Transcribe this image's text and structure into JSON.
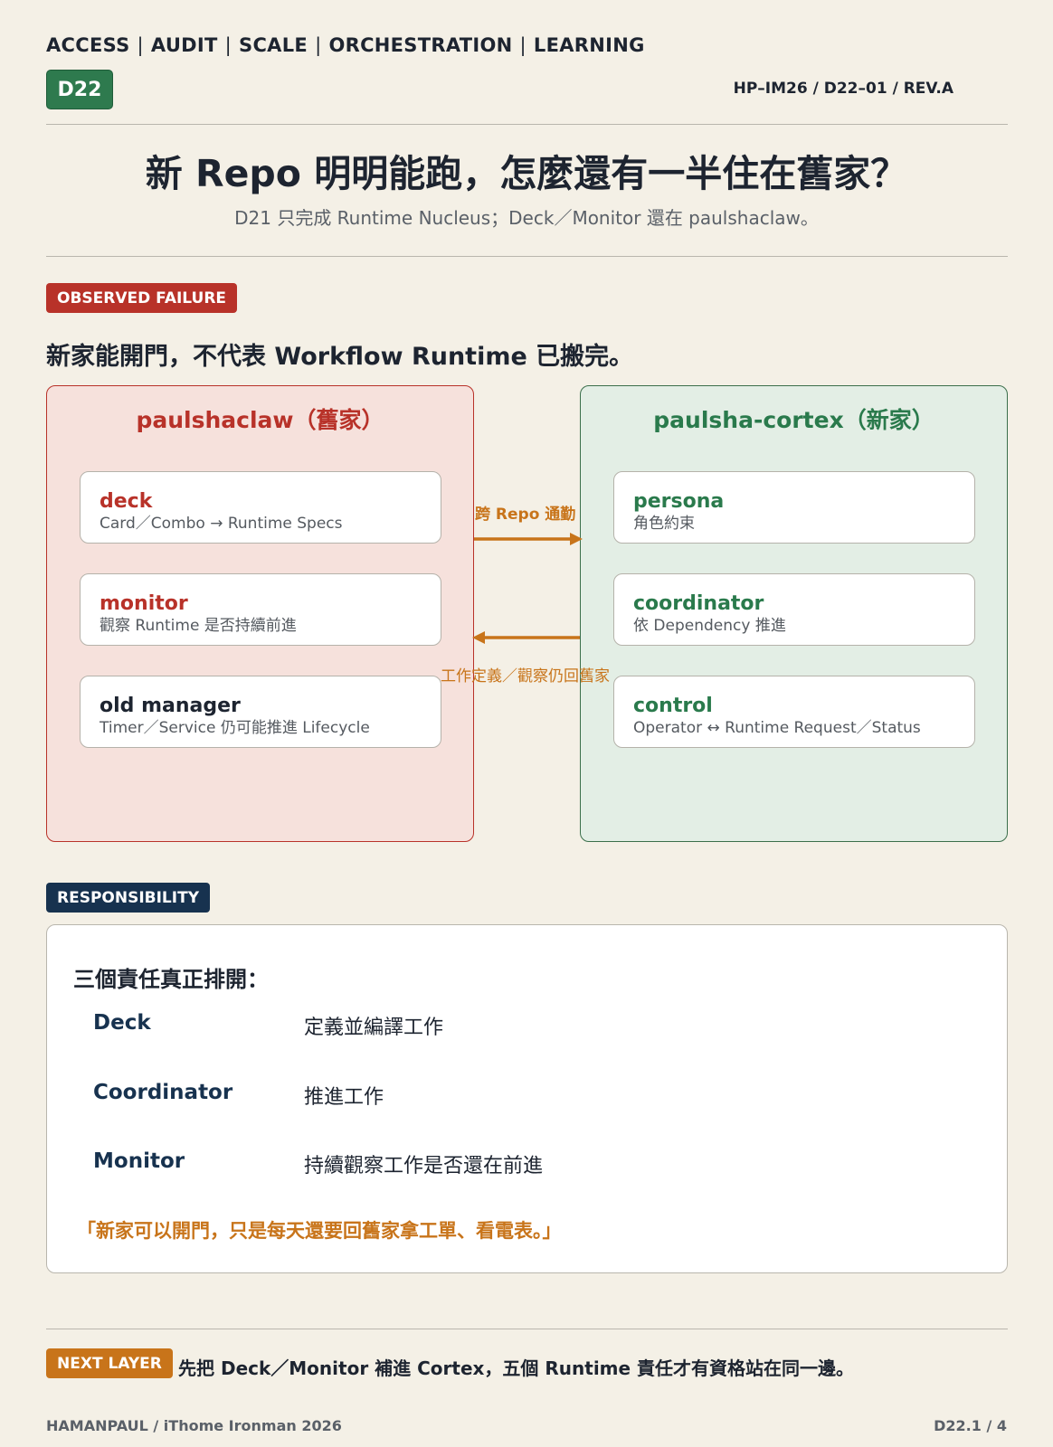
{
  "header": {
    "nav": [
      "ACCESS",
      "AUDIT",
      "SCALE",
      "ORCHESTRATION",
      "LEARNING"
    ],
    "separator": "|",
    "day_tag": "D22",
    "doc_ref": "HP–IM26 / D22–01 / REV.A"
  },
  "title": "新 Repo 明明能跑，怎麼還有一半住在舊家？",
  "subtitle": "D21 只完成 Runtime Nucleus；Deck／Monitor 還在 paulshaclaw。",
  "observed": {
    "badge": "OBSERVED FAILURE",
    "heading": "新家能開門，不代表 Workflow Runtime 已搬完。"
  },
  "diagram": {
    "old_house": {
      "title": "paulshaclaw（舊家）",
      "cards": [
        {
          "name": "deck",
          "desc": "Card／Combo → Runtime Specs"
        },
        {
          "name": "monitor",
          "desc": "觀察 Runtime 是否持續前進"
        },
        {
          "name": "old manager",
          "desc": "Timer／Service 仍可能推進 Lifecycle"
        }
      ]
    },
    "new_house": {
      "title": "paulsha-cortex（新家）",
      "cards": [
        {
          "name": "persona",
          "desc": "角色約束"
        },
        {
          "name": "coordinator",
          "desc": "依 Dependency 推進"
        },
        {
          "name": "control",
          "desc": "Operator ↔ Runtime Request／Status"
        }
      ]
    },
    "arrow_right_label": "跨 Repo 通勤",
    "arrow_left_label": "工作定義／觀察仍回舊家",
    "colors": {
      "old": "#b83229",
      "new": "#2a7a4c",
      "arrow": "#c8741a"
    }
  },
  "responsibility": {
    "badge": "RESPONSIBILITY",
    "heading": "三個責任真正排開：",
    "rows": [
      {
        "name": "Deck",
        "desc": "定義並編譯工作"
      },
      {
        "name": "Coordinator",
        "desc": "推進工作"
      },
      {
        "name": "Monitor",
        "desc": "持續觀察工作是否還在前進"
      }
    ],
    "quote": "「新家可以開門，只是每天還要回舊家拿工單、看電表。」"
  },
  "next_layer": {
    "badge": "NEXT LAYER",
    "text": "先把 Deck／Monitor 補進 Cortex，五個 Runtime 責任才有資格站在同一邊。"
  },
  "footer": {
    "left": "HAMANPAUL / iThome Ironman 2026",
    "right": "D22.1 / 4"
  }
}
